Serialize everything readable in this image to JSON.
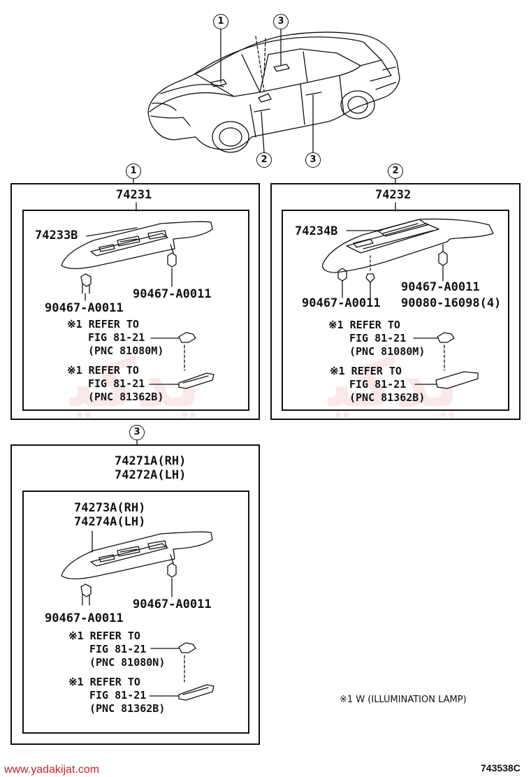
{
  "diagram": {
    "car_callouts": [
      "1",
      "3",
      "2",
      "3"
    ],
    "section1": {
      "callout": "1",
      "assembly": "74231",
      "switch_part": "74233B",
      "clip_right": "90467-A0011",
      "clip_left": "90467-A0011",
      "ref_a": [
        "※1 REFER TO",
        "FIG 81-21",
        "(PNC 81080M)"
      ],
      "ref_b": [
        "※1 REFER TO",
        "FIG 81-21",
        "(PNC 81362B)"
      ]
    },
    "section2": {
      "callout": "2",
      "assembly": "74232",
      "switch_part": "74234B",
      "clip_right": "90467-A0011",
      "clip_left": "90467-A0011",
      "screw": "90080-16098(4)",
      "ref_a": [
        "※1 REFER TO",
        "FIG 81-21",
        "(PNC 81080M)"
      ],
      "ref_b": [
        "※1 REFER TO",
        "FIG 81-21",
        "(PNC 81362B)"
      ]
    },
    "section3": {
      "callout": "3",
      "assembly_rh": "74271A(RH)",
      "assembly_lh": "74272A(LH)",
      "switch_rh": "74273A(RH)",
      "switch_lh": "74274A(LH)",
      "clip_right": "90467-A0011",
      "clip_left": "90467-A0011",
      "ref_a": [
        "※1 REFER TO",
        "FIG 81-21",
        "(PNC 81080N)"
      ],
      "ref_b": [
        "※1 REFER TO",
        "FIG 81-21",
        "(PNC 81362B)"
      ]
    },
    "legend_note": "※1  W (ILLUMINATION  LAMP)",
    "watermark_site": "www.yadakijat.com",
    "figure_code": "743538C"
  }
}
